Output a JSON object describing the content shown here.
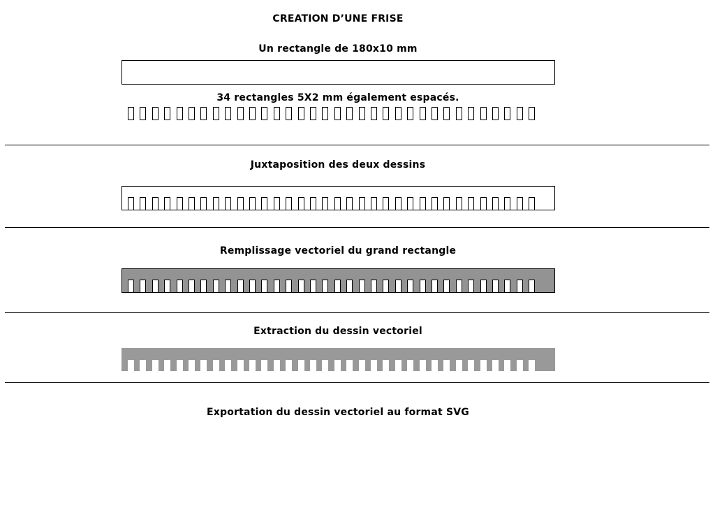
{
  "title": "CREATION D’UNE FRISE",
  "steps": {
    "step1": "Un rectangle de 180x10 mm",
    "step2": "34 rectangles 5X2 mm également espacés.",
    "step3": "Juxtaposition des deux dessins",
    "step4": "Remplissage vectoriel du grand rectangle",
    "step5": "Extraction du dessin vectoriel",
    "step6": "Exportation du dessin vectoriel au format SVG"
  },
  "small_rect_count": 34,
  "colors": {
    "outline": "#000000",
    "fill_gray": "#939393",
    "extract_gray": "#999999",
    "background": "#ffffff"
  }
}
